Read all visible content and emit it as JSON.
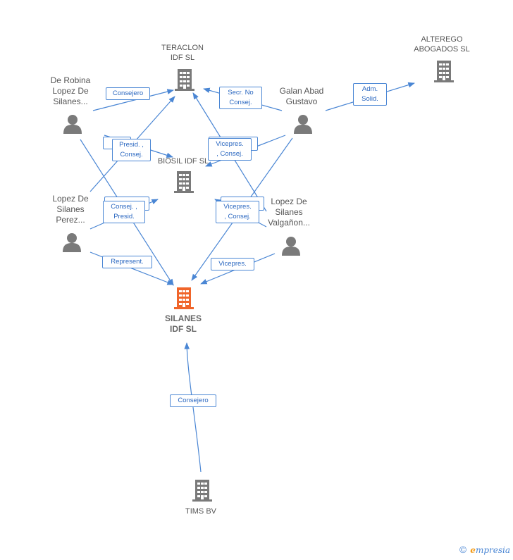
{
  "colors": {
    "edge": "#4a86d4",
    "company_icon": "#7a7a7a",
    "person_icon": "#7a7a7a",
    "main_company_icon": "#f0652a"
  },
  "nodes": {
    "teraclon": {
      "label": "TERACLON\nIDF SL",
      "icon": "building-icon"
    },
    "alterego": {
      "label": "ALTEREGO\nABOGADOS SL",
      "icon": "building-icon"
    },
    "biosil": {
      "label": "BIOSIL IDF SL",
      "icon": "building-icon"
    },
    "silanes": {
      "label": "SILANES\nIDF SL",
      "icon": "building-icon"
    },
    "tims": {
      "label": "TIMS BV",
      "icon": "building-icon"
    },
    "de_robina": {
      "label": "De Robina\nLopez De\nSilanes...",
      "icon": "person-icon"
    },
    "galan_abad": {
      "label": "Galan Abad\nGustavo",
      "icon": "person-icon"
    },
    "lopez_perez": {
      "label": "Lopez De\nSilanes\nPerez...",
      "icon": "person-icon"
    },
    "lopez_valganon": {
      "label": "Lopez De\nSilanes\nValgañon...",
      "icon": "person-icon"
    }
  },
  "relations": {
    "consejero_teraclon": "Consejero",
    "secr_no_consej": "Secr.  No\nConsej.",
    "adm_solid": "Adm.\nSolid.",
    "presid_consej": "Presid. ,\nConsej.",
    "vicepres_consej_1": "Vicepres.\n, Consej.",
    "consej_presid": "Consej. ,\nPresid.",
    "vicepres_consej_2": "Vicepres.\n, Consej.",
    "represent": "Represent.",
    "vicepres": "Vicepres.",
    "consejero_tims": "Consejero",
    "hidden_c": "C"
  },
  "footer": {
    "copyright_symbol": "©",
    "brand_e": "e",
    "brand_rest": "mpresia"
  }
}
